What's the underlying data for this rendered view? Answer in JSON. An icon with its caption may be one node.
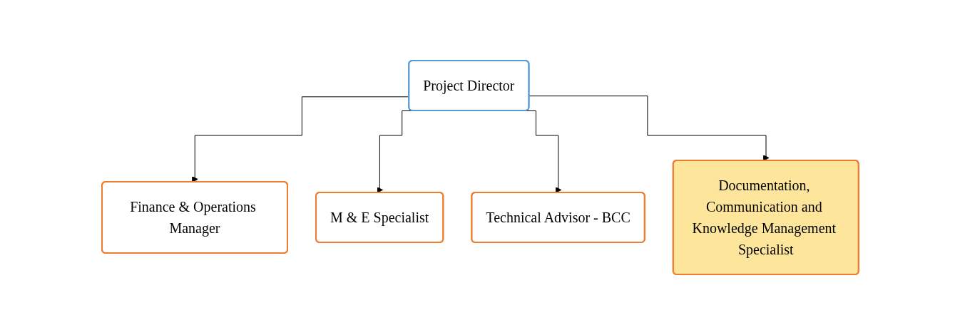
{
  "diagram": {
    "nodes": [
      {
        "text": [
          "Project Director"
        ]
      },
      {
        "text": [
          "Finance & Operations Manager"
        ]
      },
      {
        "text": [
          "M & E Specialist"
        ]
      },
      {
        "text": [
          "Technical Advisor - BCC"
        ]
      },
      {
        "text": [
          "Documentation, Communication and Knowledge Management Specialist"
        ]
      }
    ],
    "edges": [
      {
        "from": 0,
        "to": 1,
        "arrow": "to"
      },
      {
        "from": 0,
        "to": 2,
        "arrow": "to"
      },
      {
        "from": 0,
        "to": 3,
        "arrow": "to"
      },
      {
        "from": 0,
        "to": 4,
        "arrow": "to"
      }
    ]
  }
}
